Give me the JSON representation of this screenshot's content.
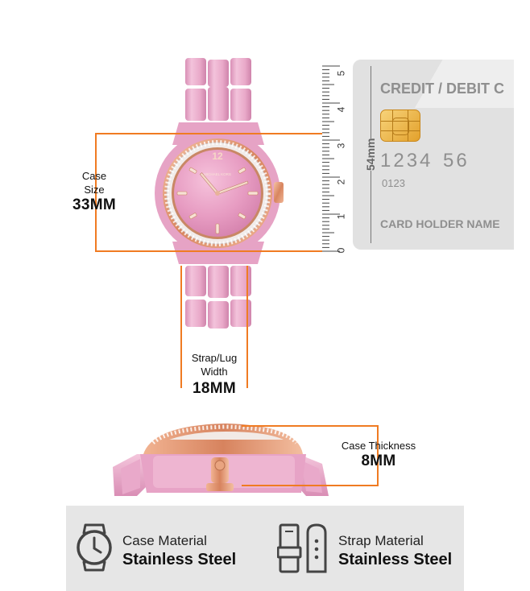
{
  "case_size": {
    "line1": "Case",
    "line2": "Size",
    "value": "33MM"
  },
  "strap_width": {
    "line1": "Strap/Lug",
    "line2": "Width",
    "value": "18MM"
  },
  "case_thickness": {
    "label": "Case Thickness",
    "value": "8MM"
  },
  "ruler": {
    "ticks": [
      "5",
      "4",
      "3",
      "2",
      "1",
      "0"
    ],
    "length_label": "54mm"
  },
  "card": {
    "title": "CREDIT / DEBIT C",
    "number_a": "1234",
    "number_b": "56",
    "small_number": "0123",
    "holder": "CARD HOLDER NAME"
  },
  "watch_brand": "MICHAEL KORS",
  "watch_numeral": "12",
  "specs": {
    "case_material": {
      "title": "Case Material",
      "value": "Stainless Steel",
      "icon": "watch-outline-icon"
    },
    "strap_material": {
      "title": "Strap Material",
      "value": "Stainless Steel",
      "icon": "strap-outline-icon"
    }
  },
  "colors": {
    "accent": "#f07b22",
    "watch_pink": "#e7a7c7",
    "rose_gold": "#e0946f",
    "panel_gray": "#e6e6e6"
  }
}
